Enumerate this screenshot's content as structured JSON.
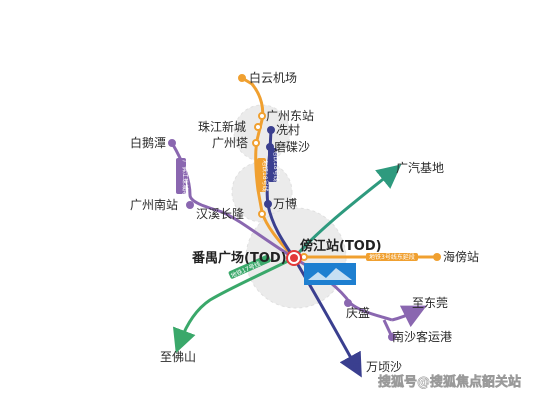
{
  "stations": {
    "baiyun_airport": "白云机场",
    "guangzhou_east": "广州东站",
    "zhujiang_xincheng": "珠江新城",
    "guangzhou_tower": "广州塔",
    "xiancun": "冼村",
    "modiesha": "磨碟沙",
    "baiezhan": "白鹅潭",
    "guangzhou_south": "广州南站",
    "hanxi_changlong": "汉溪长隆",
    "wanbo": "万博",
    "guangqi_base": "广汽基地",
    "panyu_square": "番禺广场(TOD)",
    "pangjiang": "傍江站(TOD)",
    "haibang": "海傍站",
    "qingsheng": "庆盛",
    "to_dongguan": "至东莞",
    "nansha_passenger_port": "南沙客运港",
    "wanqingsha": "万顷沙",
    "to_foshan": "至佛山"
  },
  "line_tags": {
    "orange_line": "地铁18号线",
    "navy_line": "地铁18号线",
    "purple_line": "广佛江珠城际",
    "green_line": "地铁17号线",
    "haibang_line": "地铁3号线东延段"
  },
  "watermark": "搜狐号@搜狐焦点韶关站",
  "colors": {
    "orange": "#f0a030",
    "navy": "#3a3f8f",
    "purple": "#8a67b0",
    "green": "#3aa86a",
    "teal": "#2e9a7e",
    "red_marker": "#e23a3a",
    "station_fill": "#ffffff",
    "zone_gray": "#d9d9d9",
    "tod_box": "#1e7fd0"
  },
  "icons": {
    "interchange": "interchange-marker-icon",
    "arrow": "arrow-head-icon"
  }
}
